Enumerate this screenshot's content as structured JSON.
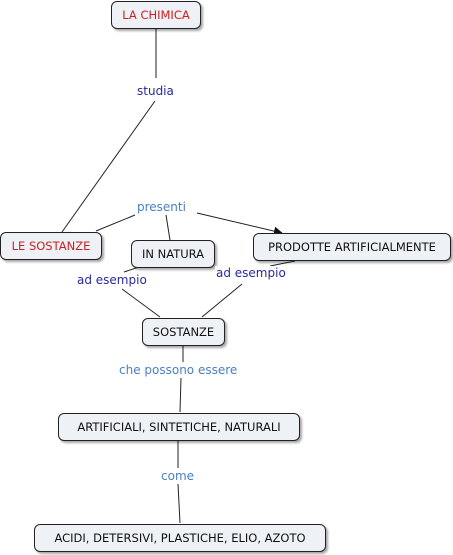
{
  "colors": {
    "node_fill": "#eef2f6",
    "node_border": "#222222",
    "accent_red": "#cc2020",
    "label_dark_blue": "#2a2a9a",
    "label_light_blue": "#4a7fbf",
    "line": "#222222"
  },
  "nodes": {
    "la_chimica": "LA CHIMICA",
    "le_sostanze": "LE SOSTANZE",
    "in_natura": "IN NATURA",
    "prodotte_artificialmente": "PRODOTTE ARTIFICIALMENTE",
    "sostanze": "SOSTANZE",
    "artificiali": "ARTIFICIALI, SINTETICHE, NATURALI",
    "acidi": "ACIDI, DETERSIVI, PLASTICHE, ELIO, AZOTO"
  },
  "links": {
    "studia": "studia",
    "presenti": "presenti",
    "ad_esempio_left": "ad esempio",
    "ad_esempio_right": "ad esempio",
    "che_possono_essere": "che possono essere",
    "come": "come"
  }
}
